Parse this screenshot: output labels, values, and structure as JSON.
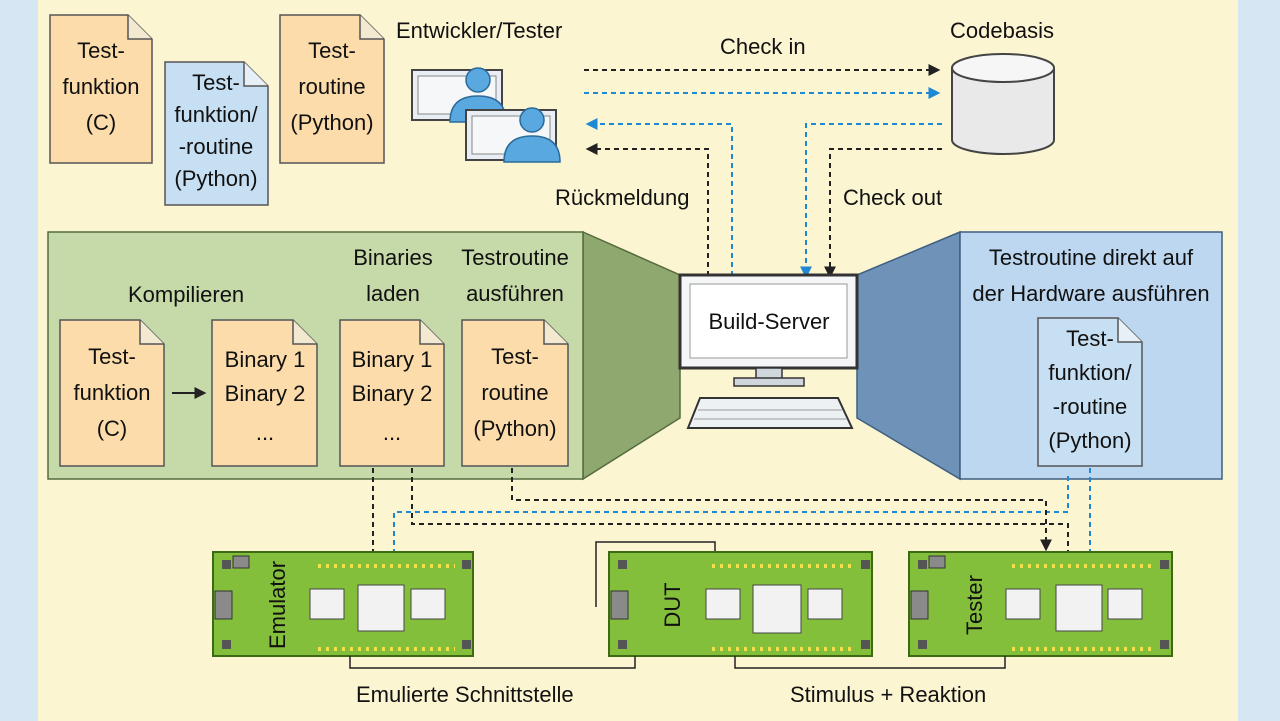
{
  "colors": {
    "page_background": "#d6e6f2",
    "panel_background": "#fcf5d2",
    "doc_orange": "#fbdcaa",
    "doc_blue": "#c7dff3",
    "green_panel": "#c6d9a8",
    "green_wedge": "#8fa86f",
    "blue_panel": "#bcd7ef",
    "blue_wedge": "#6f93b8",
    "board_green": "#84bf3c",
    "arrow_black": "#222222",
    "arrow_blue": "#1e88d4"
  },
  "top_docs": [
    {
      "lines": [
        "Test-",
        "funktion",
        "(C)"
      ]
    },
    {
      "lines": [
        "Test-",
        "funktion/",
        "-routine",
        "(Python)"
      ]
    },
    {
      "lines": [
        "Test-",
        "routine",
        "(Python)"
      ]
    }
  ],
  "developer_label": "Entwickler/Tester",
  "codebase_label": "Codebasis",
  "checkin_label": "Check in",
  "feedback_label": "Rückmeldung",
  "checkout_label": "Check out",
  "build_server_label": "Build-Server",
  "green_panel": {
    "step_compile": "Kompilieren",
    "step_load": [
      "Binaries",
      "laden"
    ],
    "step_run": [
      "Testroutine",
      "ausführen"
    ],
    "docs": [
      {
        "lines": [
          "Test-",
          "funktion",
          "(C)"
        ]
      },
      {
        "lines": [
          "Binary 1",
          "Binary 2",
          "..."
        ]
      },
      {
        "lines": [
          "Binary 1",
          "Binary 2",
          "..."
        ]
      },
      {
        "lines": [
          "Test-",
          "routine",
          "(Python)"
        ]
      }
    ]
  },
  "blue_panel": {
    "title": [
      "Testroutine direkt auf",
      "der Hardware ausführen"
    ],
    "doc": {
      "lines": [
        "Test-",
        "funktion/",
        "-routine",
        "(Python)"
      ]
    }
  },
  "boards": [
    {
      "label": "Emulator"
    },
    {
      "label": "DUT"
    },
    {
      "label": "Tester"
    }
  ],
  "emulated_interface_label": "Emulierte Schnittstelle",
  "stimulus_label": "Stimulus + Reaktion"
}
